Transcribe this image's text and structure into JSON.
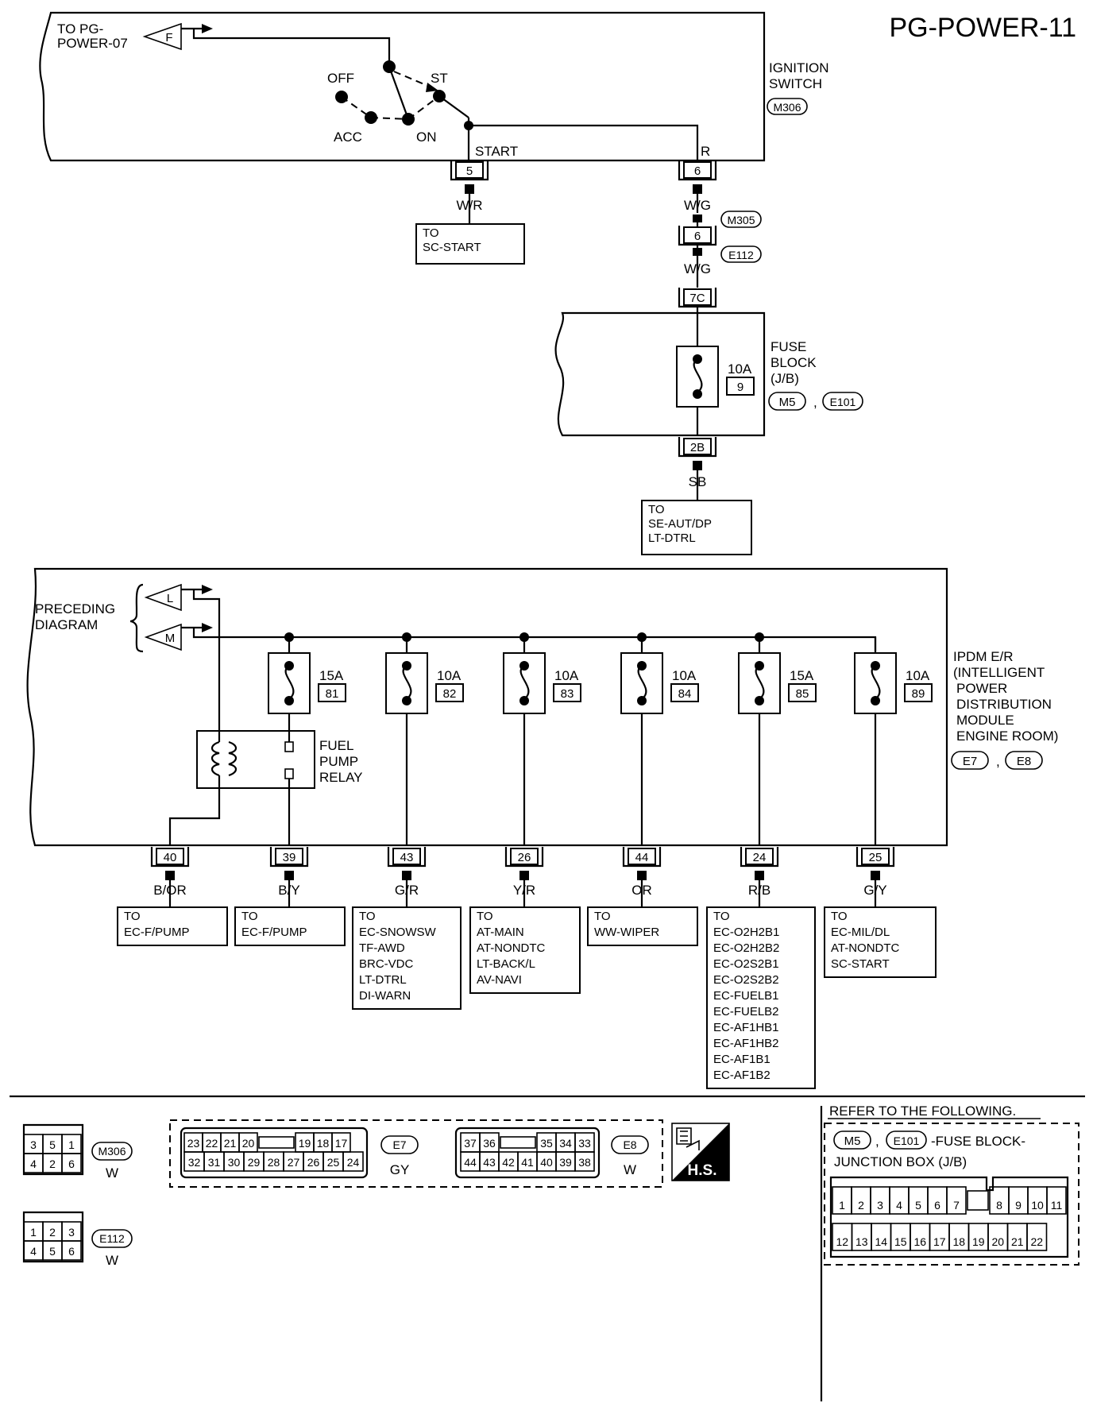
{
  "title": "PG-POWER-11",
  "ignition_switch": {
    "label_lines": [
      "IGNITION",
      "SWITCH"
    ],
    "connector": "M306",
    "to_label_lines": [
      "TO PG-",
      "POWER-07"
    ],
    "connector_ref": "F",
    "positions": [
      "OFF",
      "ACC",
      "ON",
      "ST"
    ],
    "terminal_names": [
      "START",
      "R"
    ],
    "pins": [
      "5",
      "6"
    ],
    "wires": [
      "W/R",
      "W/G"
    ],
    "dest_start": [
      "TO",
      "SC-START"
    ]
  },
  "junction": {
    "connectors": [
      "M305",
      "E112"
    ],
    "pin": "6",
    "wire": "W/G"
  },
  "fuse_block": {
    "label_lines": [
      "FUSE",
      "BLOCK",
      "(J/B)"
    ],
    "connectors": [
      "M5",
      "E101"
    ],
    "sep": ",",
    "in_pin": "7C",
    "fuse_rating": "10A",
    "fuse_number": "9",
    "out_pin": "2B",
    "out_wire": "SB",
    "dest": [
      "TO",
      "SE-AUT/DP",
      "LT-DTRL"
    ]
  },
  "ipdm": {
    "label_lines": [
      "IPDM E/R",
      "(INTELLIGENT",
      "POWER",
      "DISTRIBUTION",
      "MODULE",
      "ENGINE ROOM)"
    ],
    "connectors": [
      "E7",
      "E8"
    ],
    "sep": ",",
    "preceding_lines": [
      "PRECEDING",
      "DIAGRAM"
    ],
    "refs": [
      "L",
      "M"
    ],
    "relay_lines": [
      "FUEL",
      "PUMP",
      "RELAY"
    ],
    "fuses": [
      {
        "rating": "15A",
        "number": "81"
      },
      {
        "rating": "10A",
        "number": "82"
      },
      {
        "rating": "10A",
        "number": "83"
      },
      {
        "rating": "10A",
        "number": "84"
      },
      {
        "rating": "15A",
        "number": "85"
      },
      {
        "rating": "10A",
        "number": "89"
      }
    ],
    "outputs": [
      {
        "pin": "40",
        "wire": "B/OR",
        "dest": [
          "TO",
          "EC-F/PUMP"
        ]
      },
      {
        "pin": "39",
        "wire": "B/Y",
        "dest": [
          "TO",
          "EC-F/PUMP"
        ]
      },
      {
        "pin": "43",
        "wire": "G/R",
        "dest": [
          "TO",
          "EC-SNOWSW",
          "TF-AWD",
          "BRC-VDC",
          "LT-DTRL",
          "DI-WARN"
        ]
      },
      {
        "pin": "26",
        "wire": "Y/R",
        "dest": [
          "TO",
          "AT-MAIN",
          "AT-NONDTC",
          "LT-BACK/L",
          "AV-NAVI"
        ]
      },
      {
        "pin": "44",
        "wire": "OR",
        "dest": [
          "TO",
          "WW-WIPER"
        ]
      },
      {
        "pin": "24",
        "wire": "R/B",
        "dest": [
          "TO",
          "EC-O2H2B1",
          "EC-O2H2B2",
          "EC-O2S2B1",
          "EC-O2S2B2",
          "EC-FUELB1",
          "EC-FUELB2",
          "EC-AF1HB1",
          "EC-AF1HB2",
          "EC-AF1B1",
          "EC-AF1B2"
        ]
      },
      {
        "pin": "25",
        "wire": "G/Y",
        "dest": [
          "TO",
          "EC-MIL/DL",
          "AT-NONDTC",
          "SC-START"
        ]
      }
    ]
  },
  "connector_views": {
    "m306": {
      "id": "M306",
      "color": "W",
      "rows": [
        [
          "3",
          "5",
          "1"
        ],
        [
          "4",
          "2",
          "6"
        ]
      ]
    },
    "e112": {
      "id": "E112",
      "color": "W",
      "rows": [
        [
          "1",
          "2",
          "3"
        ],
        [
          "4",
          "5",
          "6"
        ]
      ]
    },
    "e7": {
      "id": "E7",
      "color": "GY",
      "rows": [
        [
          "23",
          "22",
          "21",
          "20",
          "",
          "19",
          "18",
          "17"
        ],
        [
          "32",
          "31",
          "30",
          "29",
          "28",
          "27",
          "26",
          "25",
          "24"
        ]
      ]
    },
    "e8": {
      "id": "E8",
      "color": "W",
      "rows": [
        [
          "37",
          "36",
          "",
          "35",
          "34",
          "33"
        ],
        [
          "44",
          "43",
          "42",
          "41",
          "40",
          "39",
          "38"
        ]
      ]
    },
    "hs_label": "H.S."
  },
  "reference": {
    "heading": "REFER TO THE FOLLOWING.",
    "connectors": [
      "M5",
      "E101"
    ],
    "sep": ",",
    "desc_lines": [
      "-FUSE BLOCK-",
      "JUNCTION BOX (J/B)"
    ],
    "row1": [
      "1",
      "2",
      "3",
      "4",
      "5",
      "6",
      "7",
      "",
      "8",
      "9",
      "10",
      "11"
    ],
    "row2": [
      "12",
      "13",
      "14",
      "15",
      "16",
      "17",
      "18",
      "19",
      "20",
      "21",
      "22"
    ]
  }
}
